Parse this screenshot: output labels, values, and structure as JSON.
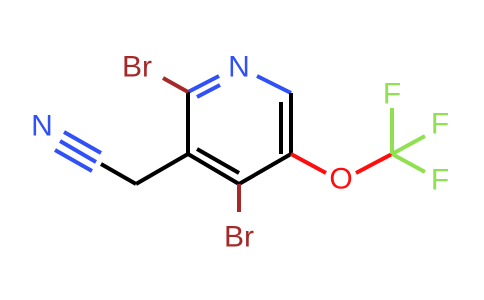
{
  "molecule": {
    "colors": {
      "carbon": "#000000",
      "nitrogen": "#3050F8",
      "bromine": "#A62929",
      "oxygen": "#FF0D0D",
      "fluorine": "#90E050"
    },
    "labels": {
      "ring_nitrogen": "N",
      "nitrile_nitrogen": "N",
      "bromine_2": "Br",
      "bromine_4": "Br",
      "ether_oxygen": "O",
      "fluorine_top": "F",
      "fluorine_right": "F",
      "fluorine_bottom": "F"
    }
  }
}
